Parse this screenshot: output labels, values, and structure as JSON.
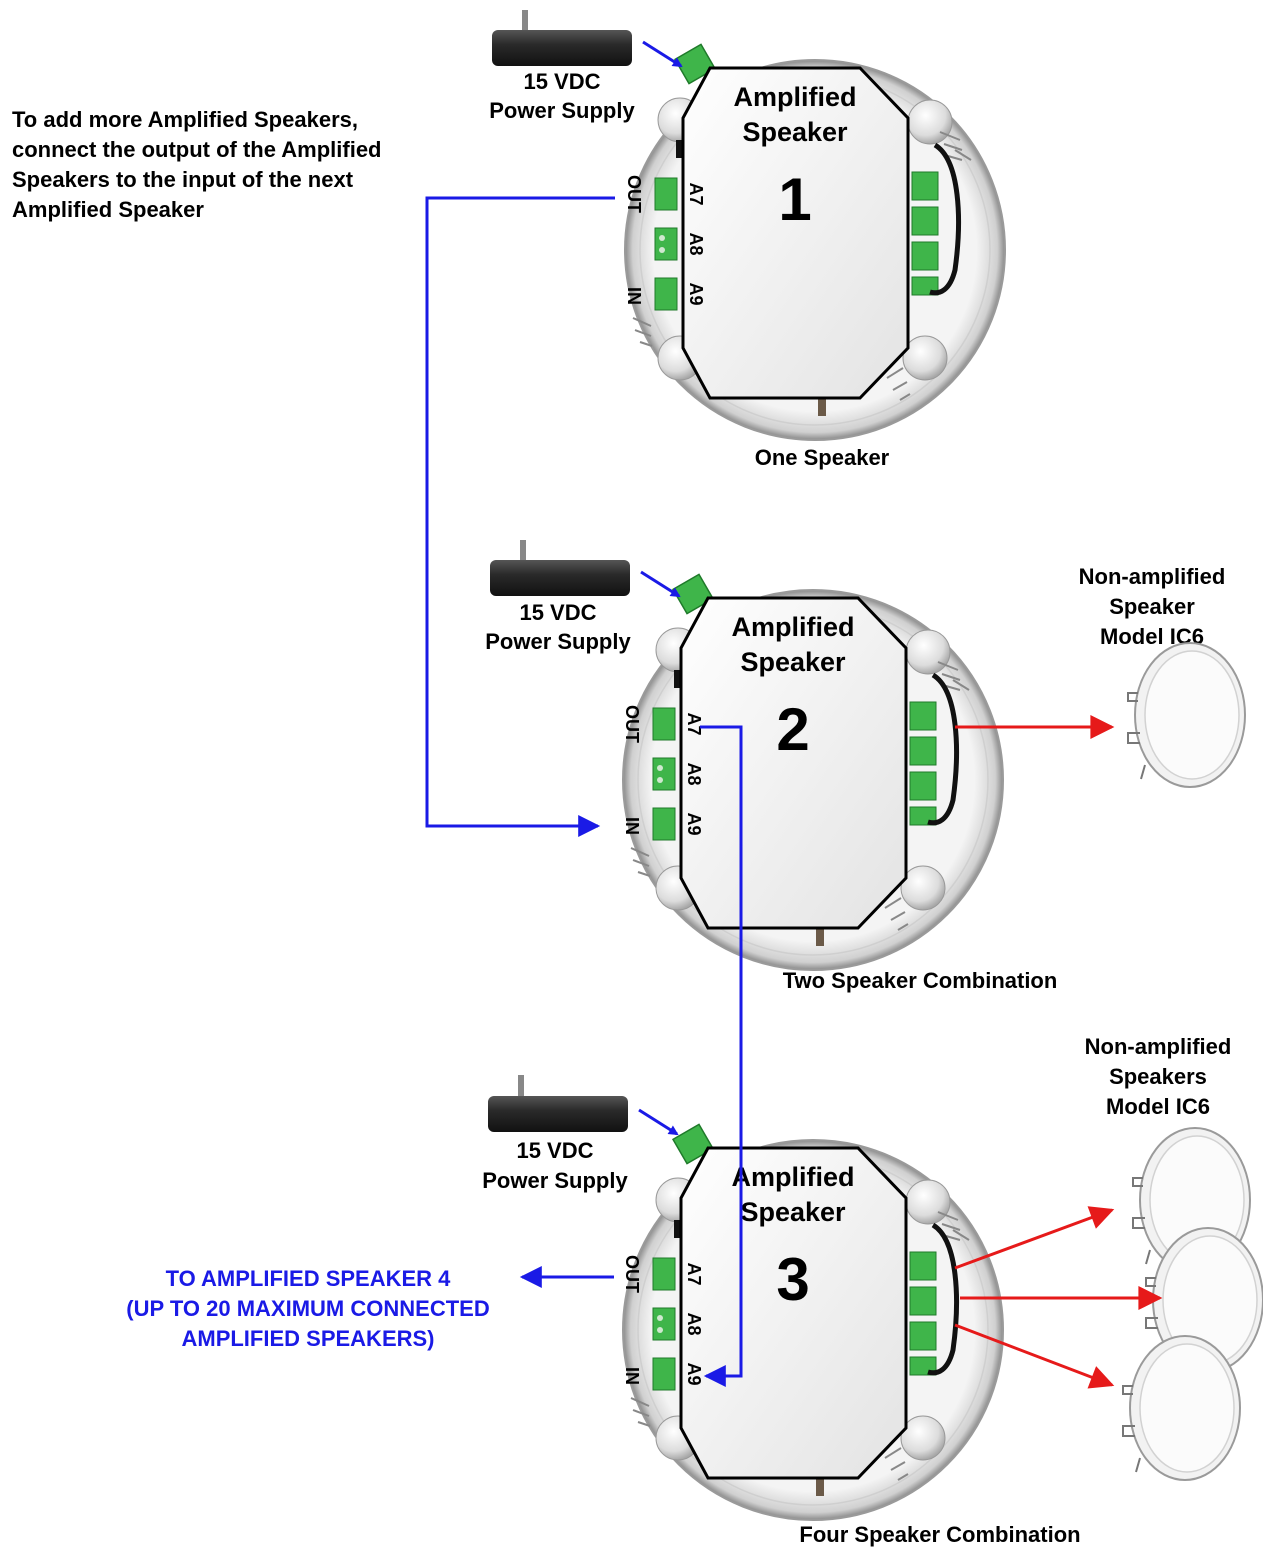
{
  "intro_lines": [
    "To add more Amplified Speakers,",
    "connect the output of the Amplified",
    "Speakers to the input of the next",
    "Amplified Speaker"
  ],
  "power_supply": {
    "line1": "15 VDC",
    "line2": "Power Supply"
  },
  "amplified_label": {
    "line1": "Amplified",
    "line2": "Speaker"
  },
  "terminals": {
    "out": "OUT",
    "in": "IN",
    "a7": "A7",
    "a8": "A8",
    "a9": "A9"
  },
  "units": [
    {
      "number": "1",
      "caption": "One Speaker"
    },
    {
      "number": "2",
      "caption": "Two Speaker Combination"
    },
    {
      "number": "3",
      "caption": "Four Speaker Combination"
    }
  ],
  "non_amp_single": [
    "Non-amplified",
    "Speaker",
    "Model IC6"
  ],
  "non_amp_multi": [
    "Non-amplified",
    "Speakers",
    "Model IC6"
  ],
  "to_next": [
    "TO AMPLIFIED SPEAKER 4",
    "(UP TO 20 MAXIMUM CONNECTED",
    "AMPLIFIED SPEAKERS)"
  ],
  "colors": {
    "signal": "#1a1ae6",
    "speaker_wire": "#e61a1a",
    "terminal": "#3fb54a"
  }
}
